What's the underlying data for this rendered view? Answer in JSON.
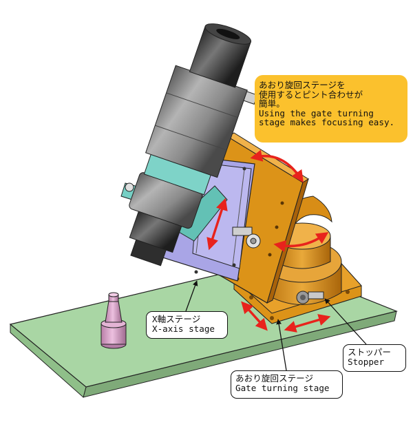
{
  "note": {
    "lines": [
      "あおり旋回ステージを",
      "使用するとピント合わせが",
      "簡単。",
      "Using the gate turning",
      "stage makes focusing easy."
    ]
  },
  "callouts": {
    "x_axis_stage": {
      "jp": "X軸ステージ",
      "en": "X-axis stage"
    },
    "stopper": {
      "jp": "ストッパー",
      "en": "Stopper"
    },
    "gate_turning_stage": {
      "jp": "あおり旋回ステージ",
      "en": "Gate turning stage"
    }
  },
  "colors": {
    "base_plate": "#a9d6a4",
    "gate_stage": "#dc9318",
    "x_stage": "#a9a5e6",
    "bracket": "#76cfc4",
    "camera_body": "#8e8e8e",
    "nozzle": "#d8a5c9",
    "arrow": "#e8231c",
    "note_background": "#fbc12d"
  }
}
